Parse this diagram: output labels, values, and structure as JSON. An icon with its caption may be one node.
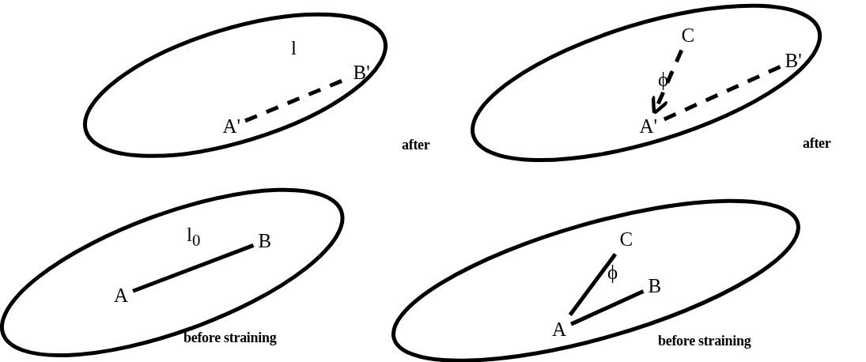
{
  "diagram": {
    "nodes": [
      {
        "text": [],
        "shape": "ellipse",
        "beside": [
          "after"
        ]
      },
      {
        "text": [
          "A'"
        ],
        "in": 0
      },
      {
        "text": [
          "B'"
        ],
        "in": 0
      },
      {
        "text": [],
        "shape": "ellipse",
        "beside": [
          "after"
        ]
      },
      {
        "text": [
          "C"
        ],
        "in": 3
      },
      {
        "text": [
          "B'"
        ],
        "in": 3
      },
      {
        "text": [
          "A'"
        ],
        "in": 3
      },
      {
        "text": [],
        "shape": "ellipse",
        "beside": [
          "before straining"
        ]
      },
      {
        "text": [
          "A"
        ],
        "in": 7
      },
      {
        "text": [
          "B"
        ],
        "in": 7
      },
      {
        "text": [],
        "shape": "ellipse",
        "beside": [
          "before straining"
        ]
      },
      {
        "text": [
          "C"
        ],
        "in": 10
      },
      {
        "text": [
          "B"
        ],
        "in": 10
      },
      {
        "text": [
          "A"
        ],
        "in": 10
      }
    ],
    "edges": [
      {
        "from": 1,
        "to": 2,
        "arrow": "none",
        "style": "dashed",
        "label": "l"
      },
      {
        "from": 4,
        "to": 6,
        "arrow": "to",
        "style": "dashed"
      },
      {
        "from": 5,
        "to": 6,
        "arrow": "none",
        "style": "dashed"
      },
      {
        "from": 8,
        "to": 9,
        "arrow": "none",
        "label": "l$_{0}$"
      },
      {
        "from": 13,
        "to": 11,
        "arrow": "none"
      },
      {
        "from": 13,
        "to": 12,
        "arrow": "none"
      }
    ],
    "labels": [
      "ϕ'",
      "ϕ"
    ]
  }
}
